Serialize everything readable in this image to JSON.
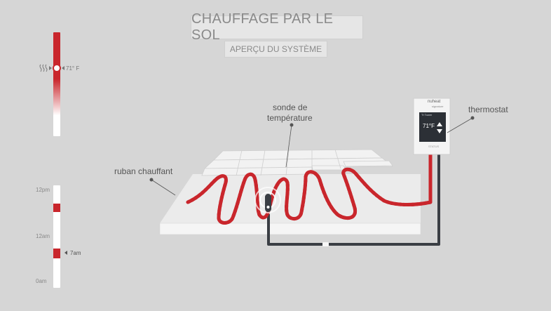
{
  "title": "CHAUFFAGE PAR LE SOL",
  "subtitle": "APERÇU DU SYSTÈME",
  "labels": {
    "probe_line1": "sonde de",
    "probe_line2": "température",
    "thermostat": "thermostat",
    "cable": "ruban chauffant"
  },
  "thermostat_screen": {
    "brand_line1": "nuheat",
    "brand_line2": "signature",
    "header": "Tt Tower",
    "temperature": "71°F",
    "footer": "STATUS"
  },
  "temp_gauge": {
    "reading": "71° F",
    "level": 0.35
  },
  "timeline": {
    "ticks": [
      "12pm",
      "12am",
      "0am"
    ],
    "marker": "7am"
  },
  "colors": {
    "accent": "#c9262c",
    "cable_dots": "#f0a23a",
    "background": "#d6d6d6",
    "wire": "#3a3e44"
  }
}
